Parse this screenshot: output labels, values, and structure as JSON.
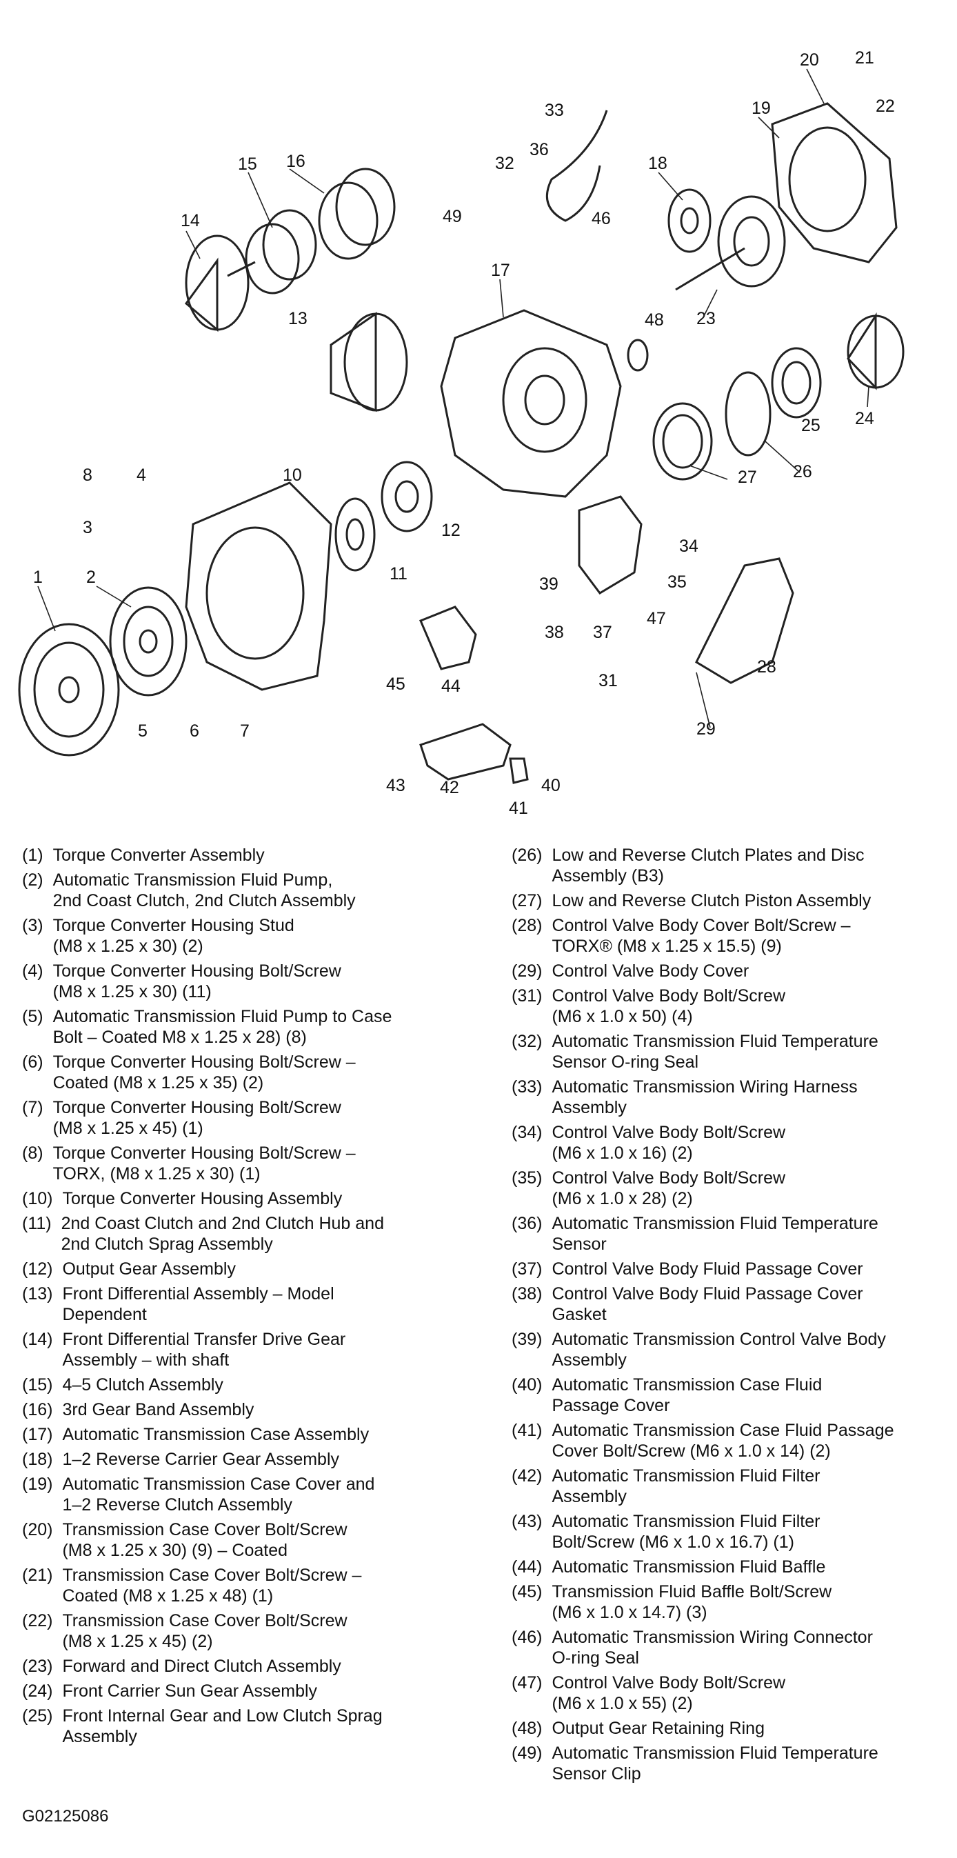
{
  "figure_code": "G02125086",
  "callouts": [
    "1",
    "2",
    "3",
    "4",
    "5",
    "6",
    "7",
    "8",
    "10",
    "11",
    "12",
    "13",
    "14",
    "15",
    "16",
    "17",
    "18",
    "19",
    "20",
    "21",
    "22",
    "23",
    "24",
    "25",
    "26",
    "27",
    "28",
    "29",
    "31",
    "32",
    "33",
    "36",
    "34",
    "35",
    "37",
    "38",
    "39",
    "40",
    "41",
    "42",
    "43",
    "44",
    "45",
    "46",
    "47",
    "48",
    "49"
  ],
  "legend_left": [
    {
      "num": "(1)",
      "text": "Torque Converter Assembly"
    },
    {
      "num": "(2)",
      "text": "Automatic Transmission Fluid Pump,\n2nd Coast Clutch, 2nd Clutch Assembly"
    },
    {
      "num": "(3)",
      "text": "Torque Converter Housing Stud\n(M8 x 1.25 x 30) (2)"
    },
    {
      "num": "(4)",
      "text": "Torque Converter Housing Bolt/Screw\n(M8 x 1.25 x 30) (11)"
    },
    {
      "num": "(5)",
      "text": "Automatic Transmission Fluid Pump to Case\nBolt – Coated M8 x 1.25 x 28) (8)"
    },
    {
      "num": "(6)",
      "text": "Torque Converter Housing Bolt/Screw –\nCoated (M8 x 1.25 x 35) (2)"
    },
    {
      "num": "(7)",
      "text": "Torque Converter Housing Bolt/Screw\n(M8 x 1.25 x 45) (1)"
    },
    {
      "num": "(8)",
      "text": "Torque Converter Housing Bolt/Screw –\nTORX, (M8 x 1.25 x 30) (1)"
    },
    {
      "num": "(10)",
      "text": "Torque Converter Housing Assembly"
    },
    {
      "num": "(11)",
      "text": "2nd Coast Clutch and 2nd Clutch Hub and\n2nd Clutch Sprag Assembly"
    },
    {
      "num": "(12)",
      "text": "Output Gear Assembly"
    },
    {
      "num": "(13)",
      "text": "Front Differential Assembly – Model\nDependent"
    },
    {
      "num": "(14)",
      "text": "Front Differential Transfer Drive Gear\nAssembly – with shaft"
    },
    {
      "num": "(15)",
      "text": "4–5 Clutch Assembly"
    },
    {
      "num": "(16)",
      "text": "3rd Gear Band Assembly"
    },
    {
      "num": "(17)",
      "text": "Automatic Transmission Case Assembly"
    },
    {
      "num": "(18)",
      "text": "1–2 Reverse Carrier Gear Assembly"
    },
    {
      "num": "(19)",
      "text": "Automatic Transmission Case Cover and\n1–2 Reverse Clutch Assembly"
    },
    {
      "num": "(20)",
      "text": "Transmission Case Cover Bolt/Screw\n(M8 x 1.25 x 30) (9) – Coated"
    },
    {
      "num": "(21)",
      "text": "Transmission Case Cover Bolt/Screw –\nCoated (M8 x 1.25 x 48) (1)"
    },
    {
      "num": "(22)",
      "text": "Transmission Case Cover Bolt/Screw\n(M8 x 1.25 x 45) (2)"
    },
    {
      "num": "(23)",
      "text": "Forward and Direct Clutch Assembly"
    },
    {
      "num": "(24)",
      "text": "Front Carrier Sun Gear Assembly"
    },
    {
      "num": "(25)",
      "text": "Front Internal Gear and Low Clutch Sprag\nAssembly"
    }
  ],
  "legend_right": [
    {
      "num": "(26)",
      "text": "Low and Reverse Clutch Plates and Disc\nAssembly (B3)"
    },
    {
      "num": "(27)",
      "text": "Low and Reverse Clutch Piston Assembly"
    },
    {
      "num": "(28)",
      "text": "Control Valve Body Cover Bolt/Screw –\nTORX® (M8 x 1.25 x 15.5) (9)"
    },
    {
      "num": "(29)",
      "text": "Control Valve Body Cover"
    },
    {
      "num": "(31)",
      "text": "Control Valve Body Bolt/Screw\n(M6 x 1.0 x 50) (4)"
    },
    {
      "num": "(32)",
      "text": "Automatic Transmission Fluid Temperature\nSensor O-ring Seal"
    },
    {
      "num": "(33)",
      "text": "Automatic Transmission Wiring Harness\nAssembly"
    },
    {
      "num": "(34)",
      "text": "Control Valve Body Bolt/Screw\n(M6 x 1.0 x 16) (2)"
    },
    {
      "num": "(35)",
      "text": "Control Valve Body Bolt/Screw\n(M6 x 1.0 x 28) (2)"
    },
    {
      "num": "(36)",
      "text": "Automatic Transmission Fluid Temperature\nSensor"
    },
    {
      "num": "(37)",
      "text": "Control Valve Body Fluid Passage Cover"
    },
    {
      "num": "(38)",
      "text": "Control Valve Body Fluid Passage Cover\nGasket"
    },
    {
      "num": "(39)",
      "text": "Automatic Transmission Control Valve Body\nAssembly"
    },
    {
      "num": "(40)",
      "text": "Automatic Transmission Case Fluid\nPassage Cover"
    },
    {
      "num": "(41)",
      "text": "Automatic Transmission Case Fluid Passage\nCover Bolt/Screw (M6 x 1.0 x 14) (2)"
    },
    {
      "num": "(42)",
      "text": "Automatic Transmission Fluid Filter\nAssembly"
    },
    {
      "num": "(43)",
      "text": "Automatic Transmission Fluid Filter\nBolt/Screw (M6 x 1.0 x 16.7) (1)"
    },
    {
      "num": "(44)",
      "text": "Automatic Transmission Fluid Baffle"
    },
    {
      "num": "(45)",
      "text": "Transmission Fluid Baffle Bolt/Screw\n(M6 x 1.0 x 14.7) (3)"
    },
    {
      "num": "(46)",
      "text": "Automatic Transmission Wiring Connector\nO-ring Seal"
    },
    {
      "num": "(47)",
      "text": "Control Valve Body Bolt/Screw\n(M6 x 1.0 x 55) (2)"
    },
    {
      "num": "(48)",
      "text": "Output Gear Retaining Ring"
    },
    {
      "num": "(49)",
      "text": "Automatic Transmission Fluid Temperature\nSensor Clip"
    }
  ]
}
